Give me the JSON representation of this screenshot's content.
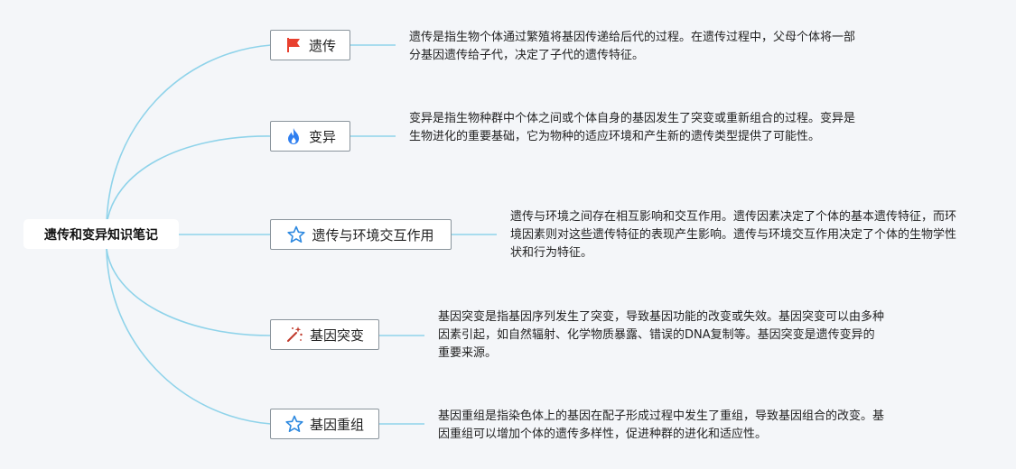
{
  "root": {
    "label": "遗传和变异知识笔记"
  },
  "topics": [
    {
      "label": "遗传",
      "icon": "red-flag-icon",
      "note": "遗传是指生物个体通过繁殖将基因传递给后代的过程。在遗传过程中，父母个体将一部分基因遗传给子代，决定了子代的遗传特征。"
    },
    {
      "label": "变异",
      "icon": "blue-flame-icon",
      "note": "变异是指生物种群中个体之间或个体自身的基因发生了突变或重新组合的过程。变异是生物进化的重要基础，它为物种的适应环境和产生新的遗传类型提供了可能性。"
    },
    {
      "label": "遗传与环境交互作用",
      "icon": "star-outline-icon",
      "note": "遗传与环境之间存在相互影响和交互作用。遗传因素决定了个体的基本遗传特征，而环境因素则对这些遗传特征的表现产生影响。遗传与环境交互作用决定了个体的生物学性状和行为特征。"
    },
    {
      "label": "基因突变",
      "icon": "magic-wand-icon",
      "note": "基因突变是指基因序列发生了突变，导致基因功能的改变或失效。基因突变可以由多种因素引起，如自然辐射、化学物质暴露、错误的DNA复制等。基因突变是遗传变异的重要来源。"
    },
    {
      "label": "基因重组",
      "icon": "star-outline-icon",
      "note": "基因重组是指染色体上的基因在配子形成过程中发生了重组，导致基因组合的改变。基因重组可以增加个体的遗传多样性，促进种群的进化和适应性。"
    }
  ],
  "colors": {
    "edge": "#8fd3ea",
    "flag": "#e8402f",
    "flame": "#2f7ff0",
    "star": "#2f8ae0",
    "wand": "#c0392b"
  }
}
